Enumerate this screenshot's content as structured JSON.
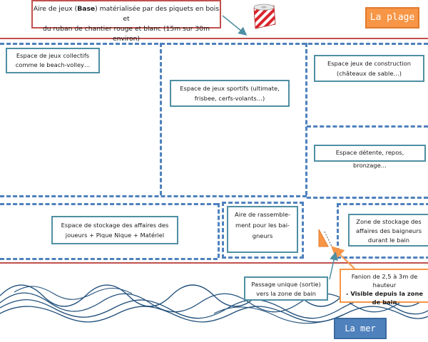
{
  "title_box": {
    "line1_pre": "Aire de jeux (",
    "line1_bold": "Base",
    "line1_post": ") matérialisée par des piquets en bois et",
    "line2": "du ruban de chantier rouge et blanc (15m sur 30m environ)"
  },
  "plage_label": "La plage",
  "mer_label": "La mer",
  "zones": {
    "collective": "Espace de jeux collectifs comme le beach-volley…",
    "sports": "Espace de jeux sportifs (ultimate, frisbee, cerfs-volants…)",
    "construction": "Espace jeux de construction (châteaux de sable…)",
    "detente": "Espace détente, repos, bronzage…",
    "stockage": "Espace de stockage des affaires des joueurs + Pique Nique + Matériel",
    "rassemblement": "Aire de rassemble- ment pour les bai- gneurs",
    "stockage_baigneurs": "Zone de stockage des affaires des baigneurs durant le bain"
  },
  "passage_label": "Passage unique (sortie) vers la zone de bain",
  "fanion": {
    "line1": "Fanion de 2,5 à 3m de hauteur",
    "line2_bold": "- Visible depuis la zone de bain"
  },
  "colors": {
    "ruban_red": "#c0504d",
    "dash_blue": "#4f81bd",
    "box_teal": "#4f8fa3",
    "plage_orange": "#f79646",
    "mer_blue": "#4f81bd",
    "fanion_orange": "#f79646",
    "wave_blue": "#1f4e79"
  },
  "icons": {
    "tape": "ruban-de-chantier-icon",
    "flag": "fanion-icon"
  }
}
